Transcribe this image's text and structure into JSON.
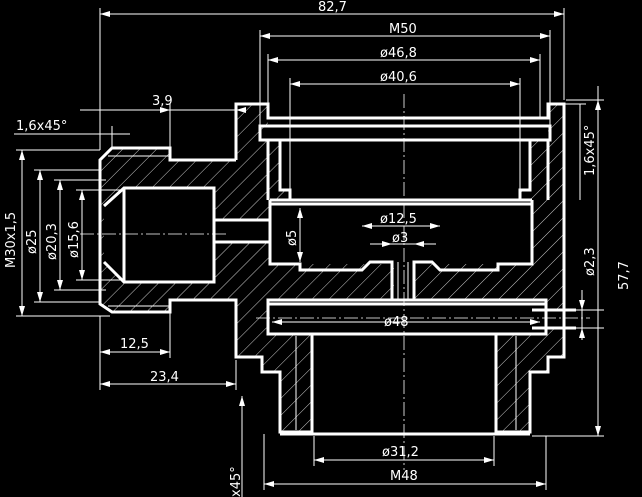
{
  "drawing": {
    "background": "#000000",
    "line_color": "#ffffff"
  },
  "dimensions": {
    "overall_length": "82,7",
    "thread_m50": "M50",
    "dia_46_8": "ø46,8",
    "dia_40_6": "ø40,6",
    "len_3_9": "3,9",
    "chamfer_left": "1,6x45°",
    "thread_m30": "M30x1,5",
    "dia_25": "ø25",
    "dia_20_3": "ø20,3",
    "dia_15_6": "ø15,6",
    "dia_5": "ø5",
    "dia_12_5": "ø12,5",
    "dia_3": "ø3",
    "dia_48": "ø48",
    "len_12_5": "12,5",
    "len_23_4": "23,4",
    "chamfer_right": "1,6x45°",
    "dia_2_3": "ø2,3",
    "height_57_7": "57,7",
    "dia_31_2": "ø31,2",
    "thread_m48": "M48",
    "chamfer_bottom": "x45°"
  }
}
